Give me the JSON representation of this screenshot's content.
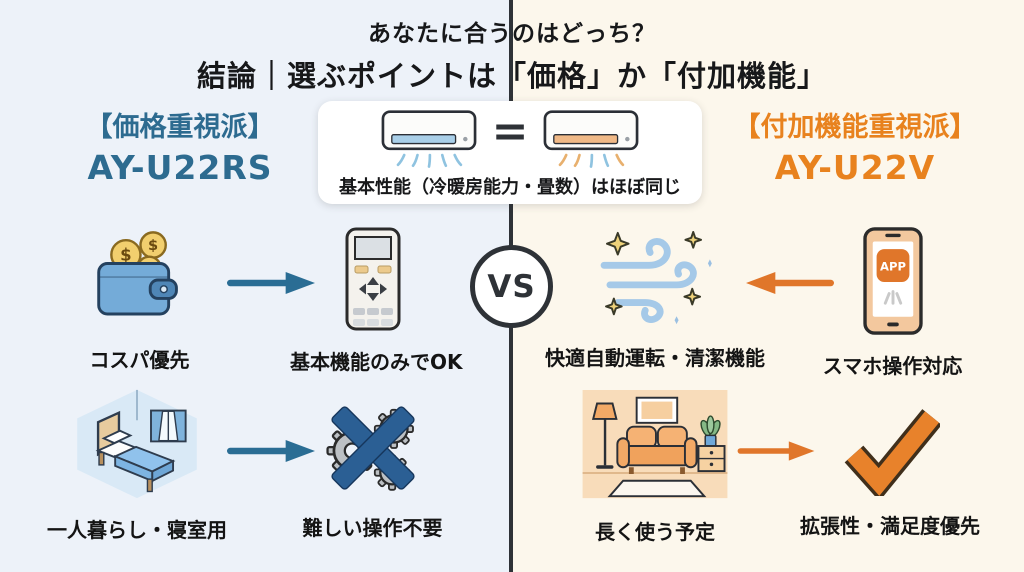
{
  "title": {
    "line1": "あなたに合うのはどっち？",
    "line2": "結論｜選ぶポイントは「価格」か「付加機能」"
  },
  "comparison_card": {
    "equals": "=",
    "text": "基本性能（冷暖房能力・畳数）はほぼ同じ"
  },
  "vs_badge": "VS",
  "left_side": {
    "heading": "【価格重視派】",
    "model": "AY-U22RS",
    "row1": {
      "item_label": "コスパ優先",
      "result_label": "基本機能のみでOK"
    },
    "row2": {
      "item_label": "一人暮らし・寝室用",
      "result_label": "難しい操作不要"
    }
  },
  "right_side": {
    "heading": "【付加機能重視派】",
    "model": "AY-U22V",
    "row1": {
      "result_label": "快適自動運転・清潔機能",
      "item_label": "スマホ操作対応"
    },
    "row2": {
      "item_label": "長く使う予定",
      "result_label": "拡張性・満足度優先"
    }
  },
  "phone_app_label": "APP",
  "colors": {
    "left_bg": "#edf2f9",
    "right_bg": "#fcf7ec",
    "divider": "#2e3237",
    "left_accent": "#2d6b90",
    "right_accent": "#e8821e",
    "blue_arrow": "#2a6d94",
    "orange_arrow": "#e0762a"
  }
}
